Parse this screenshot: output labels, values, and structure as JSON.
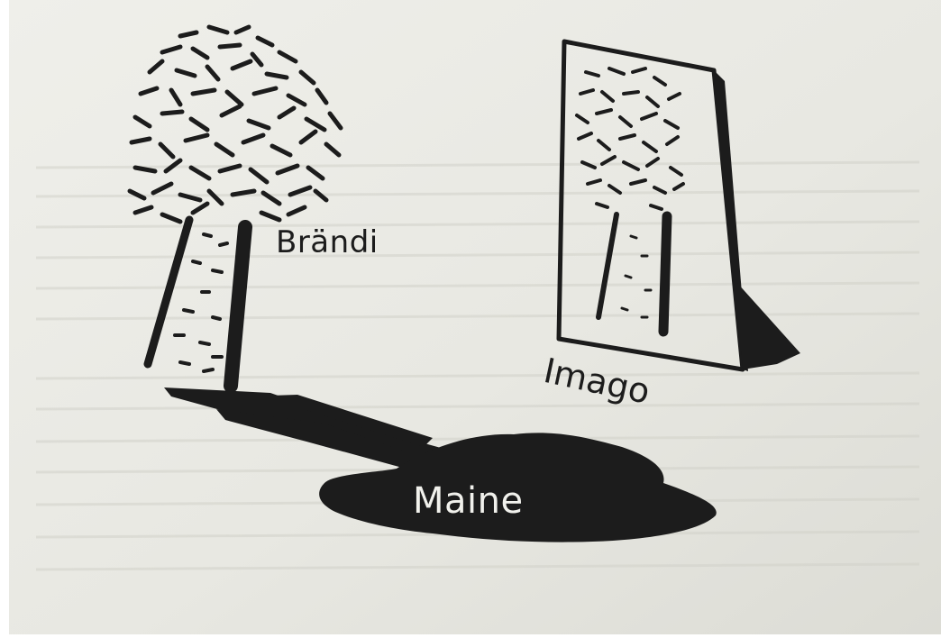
{
  "labels": {
    "tree": "Brändi",
    "mirror_image": "Imago",
    "shadow": "Maine"
  },
  "colors": {
    "paper": "#e9e9e4",
    "ink": "#1c1c1c",
    "shadow_label": "#f1f1ec"
  },
  "icons": {
    "tree": "tree-icon",
    "mirror": "mirror-icon",
    "shadow": "shadow-blob"
  }
}
